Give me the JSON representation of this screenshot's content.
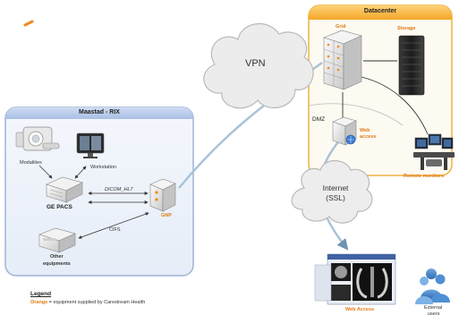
{
  "colors": {
    "panel_fill": "#eef3fb",
    "panel_border": "#9fb4d8",
    "datacenter_header": "#f6b23a",
    "accent_orange": "#e07a12",
    "cloud_fill": "#ececec",
    "link_curve": "#a9c3d8"
  },
  "rix_panel": {
    "title": "Maastad - RIX"
  },
  "datacenter_panel": {
    "title": "Datacenter"
  },
  "nodes": {
    "modalities": "Modalities",
    "workstation": "Workstation",
    "ge_pacs": "GE PACS",
    "gnp": "GNP",
    "other_equipments_line1": "Other",
    "other_equipments_line2": "equipments",
    "grid": "Grid",
    "storage": "Storage",
    "dmz": "DMZ",
    "web_access_server_line1": "Web",
    "web_access_server_line2": "access",
    "remote_monitors": "Remote monitors",
    "web_access_client": "Web Access",
    "external_users_line1": "External",
    "external_users_line2": "users"
  },
  "links": {
    "dicom": "DICOM_HL7",
    "cifs": "CIFS"
  },
  "clouds": {
    "vpn": "VPN",
    "internet_line1": "Internet",
    "internet_line2": "(SSL)"
  },
  "legend": {
    "title": "Legend",
    "orange_word": "Orange",
    "text": " = equipment supplied by Carestream Health"
  },
  "icons": [
    "modality-scanner-icon",
    "workstation-icon",
    "pacs-server-icon",
    "gnp-server-icon",
    "other-equipment-icon",
    "grid-server-rack-icon",
    "storage-tower-icon",
    "web-access-server-icon",
    "remote-monitors-icon",
    "web-access-screens-icon",
    "external-users-icon",
    "cloud-icon"
  ]
}
